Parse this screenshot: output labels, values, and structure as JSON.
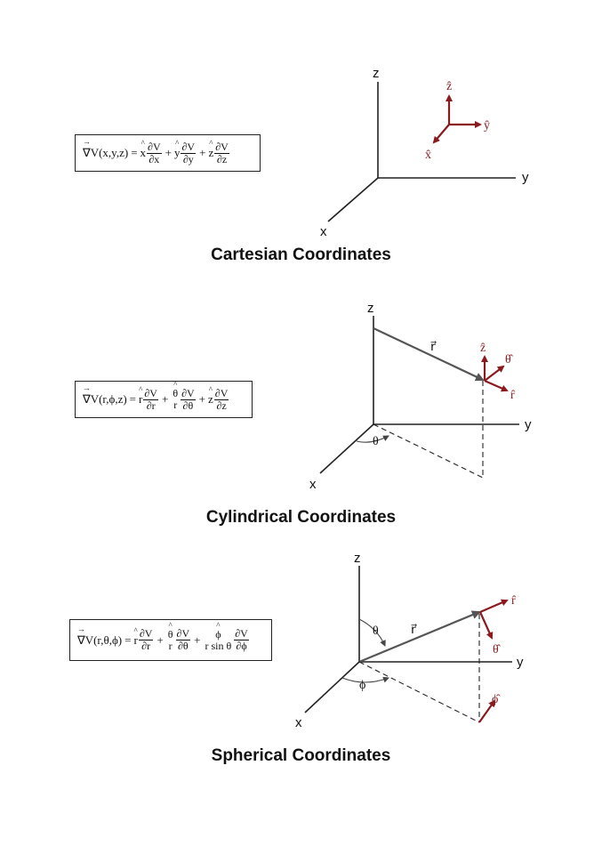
{
  "colors": {
    "unit_vector": "#8b1a1f",
    "position_vector": "#555555",
    "axis": "#222222"
  },
  "cartesian": {
    "caption": "Cartesian Coordinates",
    "formula": {
      "lhs": "V(x,y,z)",
      "equals": "=",
      "t1_unit": "x",
      "t1_num": "∂V",
      "t1_den": "∂x",
      "t2_unit": "y",
      "t2_num": "∂V",
      "t2_den": "∂y",
      "t3_unit": "z",
      "t3_num": "∂V",
      "t3_den": "∂z",
      "plus": "+"
    },
    "axes": {
      "x": "x",
      "y": "y",
      "z": "z"
    },
    "units": {
      "x": "x̂",
      "y": "ŷ",
      "z": "ẑ"
    }
  },
  "cylindrical": {
    "caption": "Cylindrical Coordinates",
    "formula": {
      "lhs": "V(r,ϕ,z)",
      "equals": "=",
      "t1_unit": "r",
      "t1_num": "∂V",
      "t1_den": "∂r",
      "t2_unit_num": "θ",
      "t2_unit_den": "r",
      "t2_num": "∂V",
      "t2_den": "∂θ",
      "t3_unit": "z",
      "t3_num": "∂V",
      "t3_den": "∂z",
      "plus": "+"
    },
    "axes": {
      "x": "x",
      "y": "y",
      "z": "z"
    },
    "r_label": "r⃗",
    "angle": "θ",
    "units": {
      "z": "ẑ",
      "theta": "θ̂",
      "r": "r̂"
    }
  },
  "spherical": {
    "caption": "Spherical Coordinates",
    "formula": {
      "lhs": "V(r,θ,ϕ)",
      "equals": "=",
      "t1_unit": "r",
      "t1_num": "∂V",
      "t1_den": "∂r",
      "t2_unit_num": "θ",
      "t2_unit_den": "r",
      "t2_num": "∂V",
      "t2_den": "∂θ",
      "t3_unit_num": "ϕ",
      "t3_unit_den": "r sin θ",
      "t3_num": "∂V",
      "t3_den": "∂ϕ",
      "plus": "+"
    },
    "axes": {
      "x": "x",
      "y": "y",
      "z": "z"
    },
    "r_label": "r⃗",
    "angle_theta": "θ",
    "angle_phi": "ϕ",
    "units": {
      "r": "r̂",
      "theta": "θ̂",
      "phi": "ϕ̂"
    }
  }
}
